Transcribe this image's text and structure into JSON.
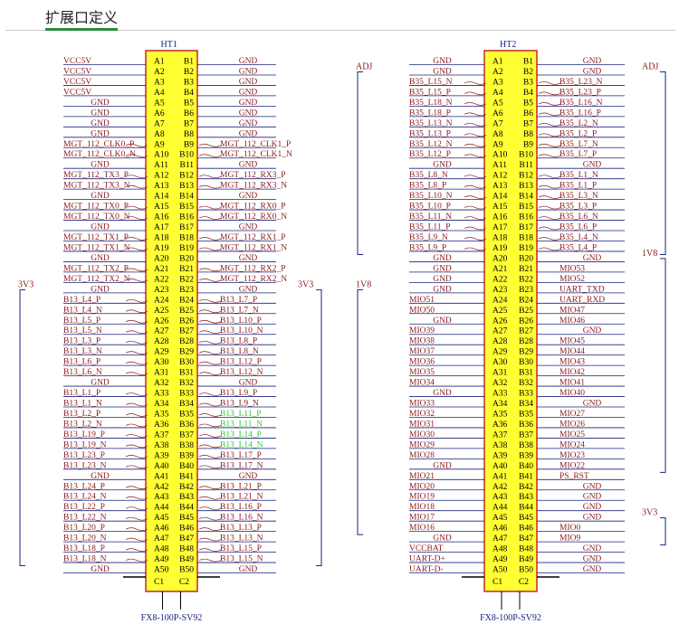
{
  "page_title": "扩展口定义",
  "colors": {
    "net": "#8b1a1a",
    "wire": "#1a237e",
    "body_fill": "#ffff33",
    "body_stroke": "#c62828",
    "pin": "#000000",
    "highlight": "#2ecc2e"
  },
  "connectors": [
    {
      "ref": "HT1",
      "part": "FX8-100P-SV92",
      "left": [
        "VCC5V",
        "VCC5V",
        "VCC5V",
        "VCC5V",
        "GND",
        "GND",
        "GND",
        "GND",
        "MGT_112_CLK0_P",
        "MGT_112_CLK0_N",
        "GND",
        "MGT_112_TX3_P",
        "MGT_112_TX3_N",
        "GND",
        "MGT_112_TX0_P",
        "MGT_112_TX0_N",
        "GND",
        "MGT_112_TX1_P",
        "MGT_112_TX1_N",
        "GND",
        "MGT_112_TX2_P",
        "MGT_112_TX2_N",
        "GND",
        "B13_L4_P",
        "B13_L4_N",
        "B13_L5_P",
        "B13_L5_N",
        "B13_L3_P",
        "B13_L3_N",
        "B13_L6_P",
        "B13_L6_N",
        "GND",
        "B13_L1_P",
        "B13_L1_N",
        "B13_L2_P",
        "B13_L2_N",
        "B13_L19_P",
        "B13_L19_N",
        "B13_L23_P",
        "B13_L23_N",
        "GND",
        "B13_L24_P",
        "B13_L24_N",
        "B13_L22_P",
        "B13_L22_N",
        "B13_L20_P",
        "B13_L20_N",
        "B13_L18_P",
        "B13_L18_N",
        "GND"
      ],
      "right": [
        "GND",
        "GND",
        "GND",
        "GND",
        "GND",
        "GND",
        "GND",
        "GND",
        "MGT_112_CLK1_P",
        "MGT_112_CLK1_N",
        "GND",
        "MGT_112_RX3_P",
        "MGT_112_RX3_N",
        "GND",
        "MGT_112_RX0_P",
        "MGT_112_RX0_N",
        "GND",
        "MGT_112_RX1_P",
        "MGT_112_RX1_N",
        "GND",
        "MGT_112_RX2_P",
        "MGT_112_RX2_N",
        "GND",
        "B13_L7_P",
        "B13_L7_N",
        "B13_L10_P",
        "B13_L10_N",
        "B13_L8_P",
        "B13_L8_N",
        "B13_L12_P",
        "B13_L12_N",
        "GND",
        "B13_L9_P",
        "B13_L9_N",
        "B13_L11_P",
        "B13_L11_N",
        "B13_L14_P",
        "B13_L14_N",
        "B13_L17_P",
        "B13_L17_N",
        "GND",
        "B13_L21_P",
        "B13_L21_N",
        "B13_L16_P",
        "B13_L16_N",
        "B13_L13_P",
        "B13_L13_N",
        "B13_L15_P",
        "B13_L15_N",
        "GND"
      ],
      "right_highlight": [
        34,
        35,
        36,
        37
      ],
      "left_groups": [
        {
          "label": "3V3",
          "from": 22,
          "to": 48
        }
      ],
      "right_groups": [
        {
          "label": "3V3",
          "from": 22,
          "to": 48
        }
      ]
    },
    {
      "ref": "HT2",
      "part": "FX8-100P-SV92",
      "left": [
        "GND",
        "GND",
        "B35_L15_N",
        "B35_L15_P",
        "B35_L18_N",
        "B35_L18_P",
        "B35_L13_N",
        "B35_L13_P",
        "B35_L12_N",
        "B35_L12_P",
        "GND",
        "B35_L8_N",
        "B35_L8_P",
        "B35_L10_N",
        "B35_L10_P",
        "B35_L11_N",
        "B35_L11_P",
        "B35_L9_N",
        "B35_L9_P",
        "GND",
        "GND",
        "GND",
        "GND",
        "MIO51",
        "MIO50",
        "GND",
        "MIO39",
        "MIO38",
        "MIO37",
        "MIO36",
        "MIO35",
        "MIO34",
        "GND",
        "MIO33",
        "MIO32",
        "MIO31",
        "MIO30",
        "MIO29",
        "MIO28",
        "GND",
        "MIO21",
        "MIO20",
        "MIO19",
        "MIO18",
        "MIO17",
        "MIO16",
        "GND",
        "VCCBAT",
        "UART-D+",
        "UART-D-"
      ],
      "right": [
        "GND",
        "GND",
        "B35_L23_N",
        "B35_L23_P",
        "B35_L16_N",
        "B35_L16_P",
        "B35_L2_N",
        "B35_L2_P",
        "B35_L7_N",
        "B35_L7_P",
        "GND",
        "B35_L1_N",
        "B35_L1_P",
        "B35_L3_N",
        "B35_L3_P",
        "B35_L6_N",
        "B35_L6_P",
        "B35_L4_N",
        "B35_L4_P",
        "GND",
        "MIO53",
        "MIO52",
        "UART_TXD",
        "UART_RXD",
        "MIO47",
        "MIO46",
        "GND",
        "MIO45",
        "MIO44",
        "MIO43",
        "MIO42",
        "MIO41",
        "MIO40",
        "GND",
        "MIO27",
        "MIO26",
        "MIO25",
        "MIO24",
        "MIO23",
        "MIO22",
        "PS_RST",
        "GND",
        "GND",
        "GND",
        "GND",
        "MIO0",
        "MIO9",
        "GND",
        "GND",
        "GND"
      ],
      "right_highlight": [],
      "left_groups": [
        {
          "label": "ADJ",
          "from": 1,
          "to": 18
        },
        {
          "label": "1V8",
          "from": 22,
          "to": 45
        }
      ],
      "right_groups": [
        {
          "label": "ADJ",
          "from": 1,
          "to": 18
        },
        {
          "label": "1V8",
          "from": 19,
          "to": 39
        },
        {
          "label": "3V3",
          "from": 44,
          "to": 46
        }
      ]
    }
  ]
}
